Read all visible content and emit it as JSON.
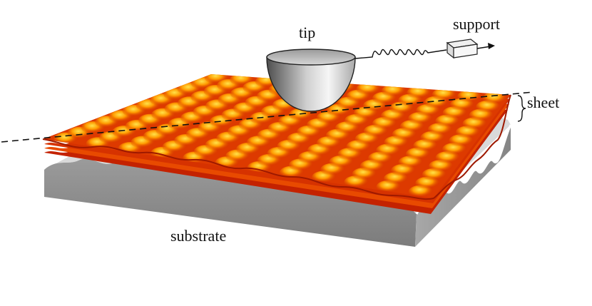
{
  "labels": {
    "tip": "tip",
    "support": "support",
    "sheet": "sheet",
    "substrate": "substrate"
  },
  "colors": {
    "sheet_dark": "#b81b00",
    "sheet_mid": "#f05a00",
    "sheet_light": "#ffc400",
    "substrate_dark": "#8a8a8a",
    "substrate_light": "#ffffff",
    "tip_dark": "#5a5a5a",
    "tip_light": "#f4f4f4"
  }
}
